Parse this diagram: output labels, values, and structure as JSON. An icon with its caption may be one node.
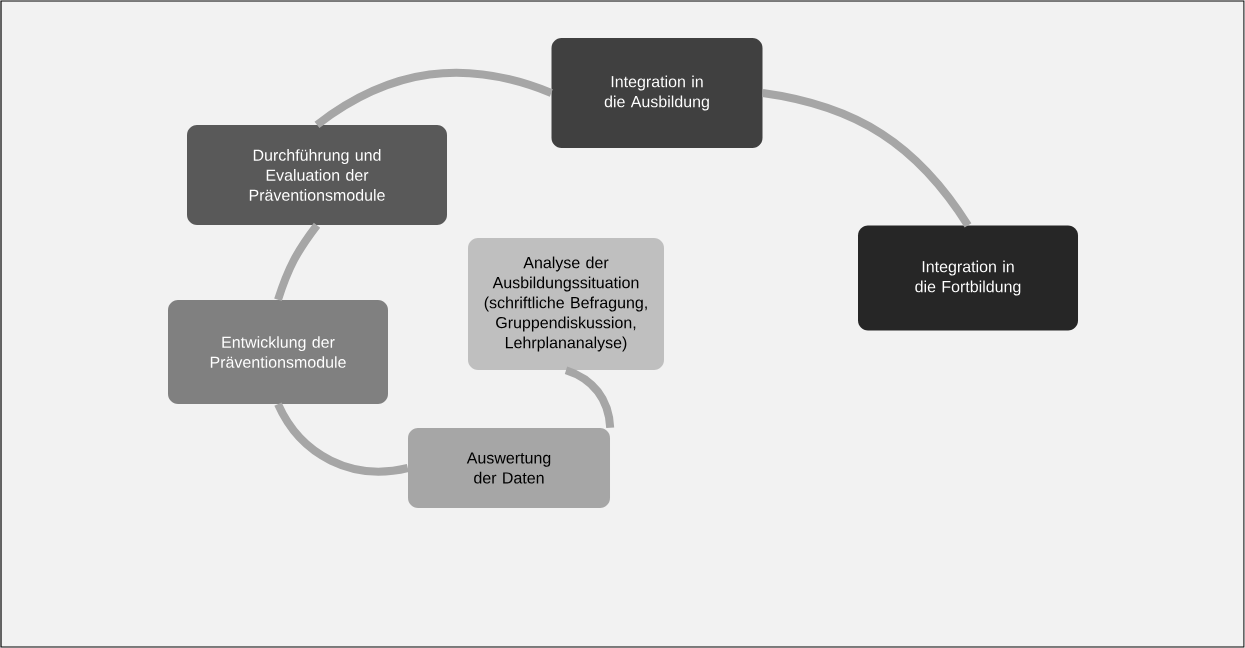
{
  "diagram": {
    "nodes": [
      {
        "text": [
          "Analyse der Ausbildungssituation (schriftliche Befragung, Gruppendiskussion, Lehrplananalyse)"
        ]
      },
      {
        "text": [
          "Auswertung der Daten"
        ]
      },
      {
        "text": [
          "Entwicklung der Präventionsmodule"
        ]
      },
      {
        "text": [
          "Durchführung und Evaluation der Präventionsmodule"
        ]
      },
      {
        "text": [
          "Integration in die Ausbildung"
        ]
      },
      {
        "text": [
          "Integration in die Fortbildung"
        ]
      }
    ],
    "edges": [
      {
        "from": 0,
        "to": 1,
        "arrow": "none"
      },
      {
        "from": 1,
        "to": 2,
        "arrow": "none"
      },
      {
        "from": 2,
        "to": 3,
        "arrow": "none"
      },
      {
        "from": 3,
        "to": 4,
        "arrow": "none"
      },
      {
        "from": 4,
        "to": 5,
        "arrow": "none"
      }
    ]
  }
}
